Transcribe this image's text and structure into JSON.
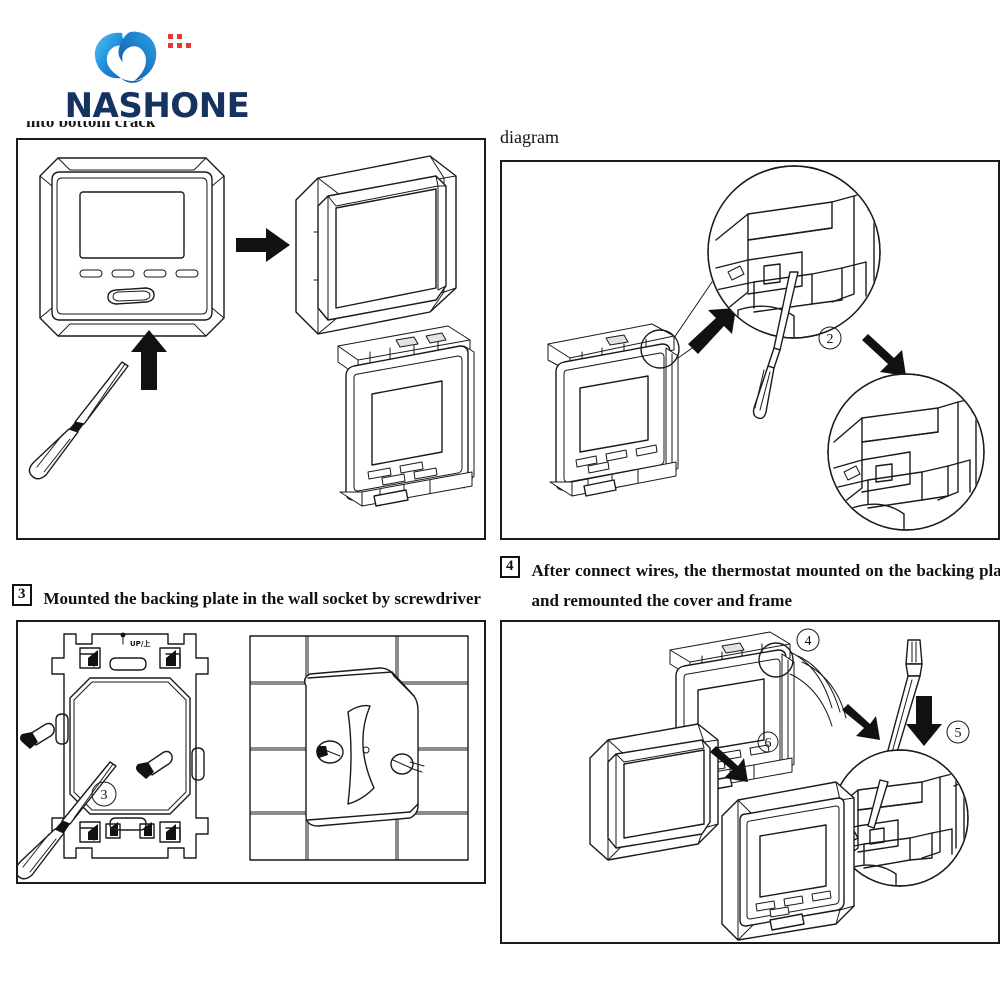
{
  "brand": {
    "name": "NASHONE",
    "logo_icon": "nashone-swirl-icon",
    "accent_blue": "#1f8fe0",
    "accent_dark_blue": "#16335f",
    "accent_red": "#e8352e"
  },
  "headings": {
    "clipped_top_left": "into bottom crack",
    "diagram_label": "diagram"
  },
  "steps": [
    {
      "number": "3",
      "text": "Mounted the backing plate in the wall socket by screwdriver"
    },
    {
      "number": "4",
      "text": "After connect wires, the thermostat mounted on the backing plate and remounted the cover and frame"
    }
  ],
  "panels": {
    "panel1": {
      "name": "remove-frame-panel",
      "parts": [
        "thermostat-front-view",
        "screwdriver",
        "up-arrow",
        "right-arrow",
        "detached-frame",
        "thermostat-body-no-frame"
      ]
    },
    "panel2": {
      "name": "pry-cover-panel",
      "parts": [
        "thermostat-with-frame",
        "callout-circle-detail-with-screwdriver",
        "callout-circle-detail-clean",
        "screwdriver",
        "up-arrow",
        "down-right-arrow"
      ],
      "markers": [
        "②"
      ]
    },
    "panel3": {
      "name": "mount-backing-plate-panel",
      "parts": [
        "backing-plate",
        "screws",
        "screwdriver",
        "tiled-wall-with-plate"
      ],
      "markers": [
        "③"
      ],
      "plate_label": "UP/上"
    },
    "panel4": {
      "name": "remount-cover-panel",
      "parts": [
        "thermostat-body",
        "frame-cover",
        "screwdriver",
        "callout-circle-detail",
        "final-assembled-thermostat"
      ],
      "markers": [
        "④",
        "⑤",
        "⑥"
      ]
    }
  },
  "device": {
    "name": "digital-thermostat",
    "display": "lcd-screen",
    "small_buttons": 4,
    "power_button": 1
  }
}
